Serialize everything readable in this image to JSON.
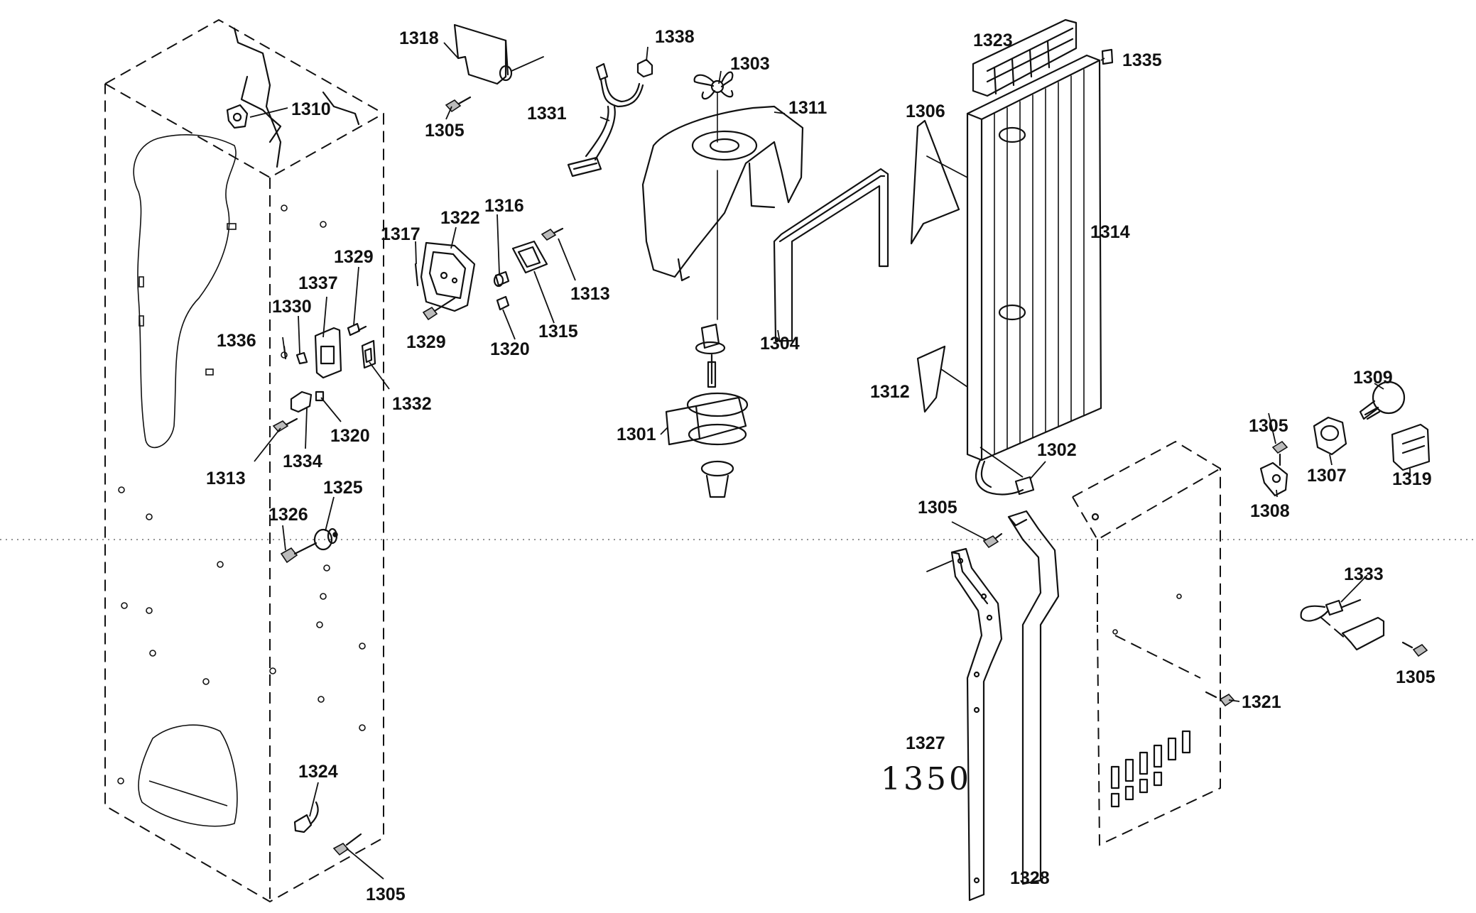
{
  "labels": {
    "p1301": "1301",
    "p1302": "1302",
    "p1303": "1303",
    "p1304": "1304",
    "p1305_a": "1305",
    "p1305_b": "1305",
    "p1305_c": "1305",
    "p1305_d": "1305",
    "p1305_e": "1305",
    "p1306": "1306",
    "p1307": "1307",
    "p1308": "1308",
    "p1309": "1309",
    "p1310": "1310",
    "p1311": "1311",
    "p1312": "1312",
    "p1313_a": "1313",
    "p1313_b": "1313",
    "p1314": "1314",
    "p1315": "1315",
    "p1316": "1316",
    "p1317": "1317",
    "p1318": "1318",
    "p1319": "1319",
    "p1320_a": "1320",
    "p1320_b": "1320",
    "p1321": "1321",
    "p1322": "1322",
    "p1323": "1323",
    "p1324": "1324",
    "p1325": "1325",
    "p1326": "1326",
    "p1327": "1327",
    "p1328": "1328",
    "p1329_a": "1329",
    "p1329_b": "1329",
    "p1330": "1330",
    "p1331": "1331",
    "p1332": "1332",
    "p1333": "1333",
    "p1334": "1334",
    "p1335": "1335",
    "p1336": "1336",
    "p1337": "1337",
    "p1338": "1338",
    "handwritten": "1350"
  },
  "colors": {
    "ink": "#111111",
    "background": "#ffffff"
  }
}
